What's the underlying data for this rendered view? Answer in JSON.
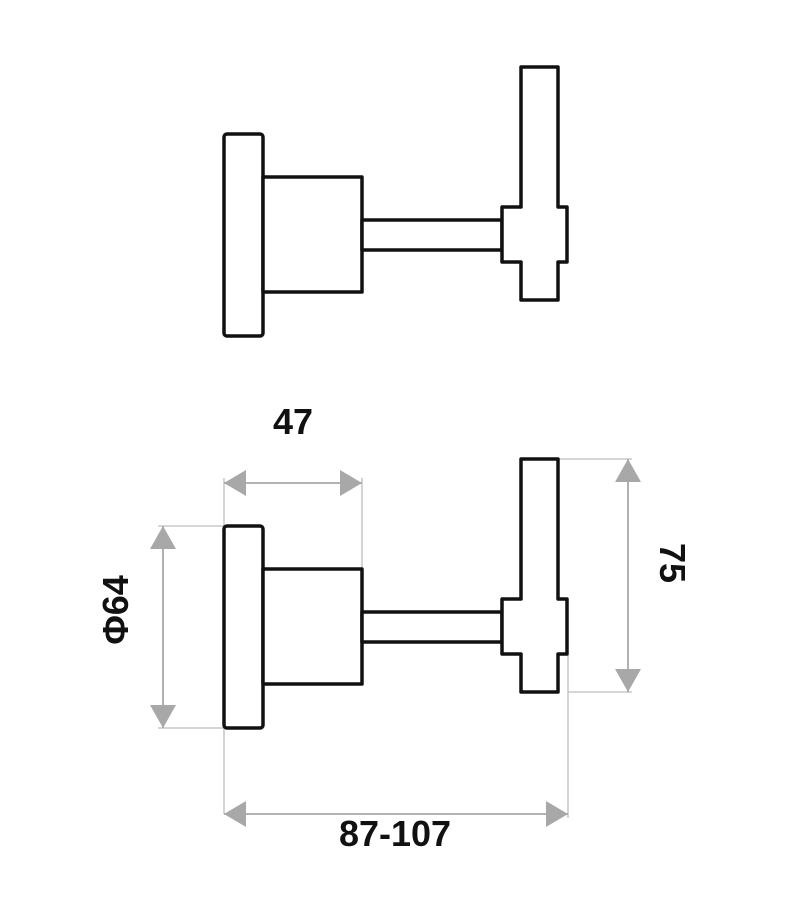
{
  "diagram": {
    "dimensions": {
      "body_depth": "47",
      "flange_diameter": "Φ64",
      "handle_length": "75",
      "overall_projection": "87-107"
    },
    "colors": {
      "outline": "#111111",
      "dimension": "#a8a8a8"
    }
  }
}
